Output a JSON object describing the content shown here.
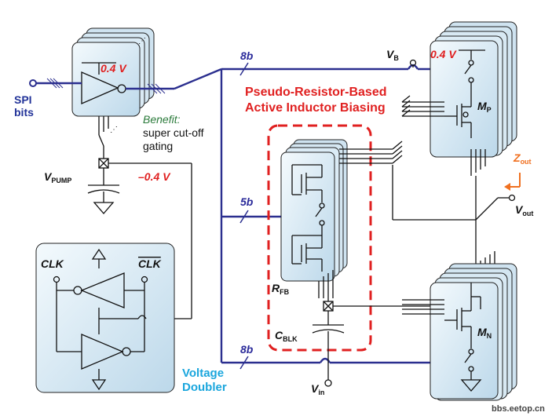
{
  "labels": {
    "spi": "SPI",
    "bits": "bits",
    "v04_left": "0.4 V",
    "benefit": "Benefit:",
    "benefit_line1": "super cut-off",
    "benefit_line2": "gating",
    "v_pump": "V",
    "v_pump_sub": "PUMP",
    "neg04": "–0.4 V",
    "clk": "CLK",
    "clk_bar": "CLK",
    "voltage": "Voltage",
    "doubler": "Doubler",
    "bus_top": "8b",
    "bus_mid": "5b",
    "bus_bot": "8b",
    "title_line1": "Pseudo-Resistor-Based",
    "title_line2": "Active Inductor Biasing",
    "r_fb": "R",
    "r_fb_sub": "FB",
    "c_blk": "C",
    "c_blk_sub": "BLK",
    "v_in": "V",
    "v_in_sub": "in",
    "v_b": "V",
    "v_b_sub": "B",
    "v04_right": "0.4 V",
    "m_p": "M",
    "m_p_sub": "P",
    "m_n": "M",
    "m_n_sub": "N",
    "z_out": "Z",
    "z_out_sub": "out",
    "v_out": "V",
    "v_out_sub": "out",
    "watermark": "bbs.eetop.cn"
  },
  "colors": {
    "bus_blue": "#2b2f8f",
    "red": "#e02020",
    "cyan_text": "#1aa6dd",
    "orange": "#f07020",
    "box_fill": "#d9eaf4",
    "box_front": "#e6f2f9"
  }
}
